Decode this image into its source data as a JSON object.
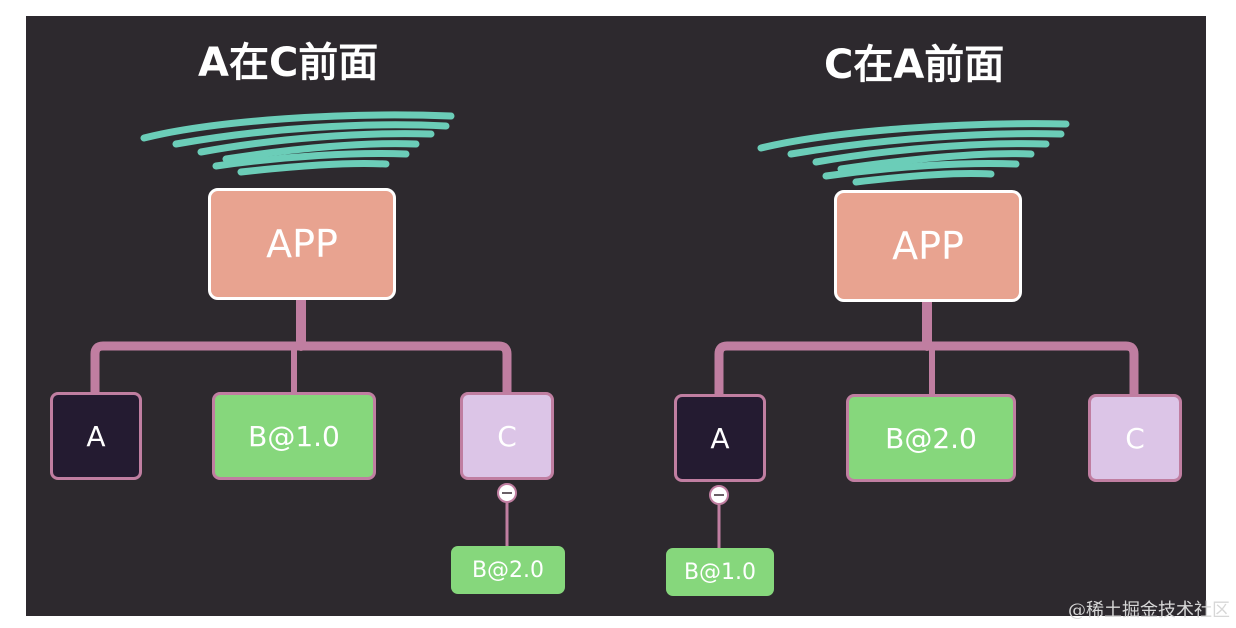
{
  "left": {
    "title": "A在C前面",
    "root": "APP",
    "children": [
      "A",
      "B@1.0",
      "C"
    ],
    "nested": "B@2.0"
  },
  "right": {
    "title": "C在A前面",
    "root": "APP",
    "children": [
      "A",
      "B@2.0",
      "C"
    ],
    "nested": "B@1.0"
  },
  "watermark": "@稀土掘金技术社区",
  "colors": {
    "background": "#2d292e",
    "app": "#e8a390",
    "dark_node": "#241b31",
    "green_node": "#86d77c",
    "lilac_node": "#dcc5e7",
    "connector": "#c07ea1",
    "scribble": "#6fd6c0"
  }
}
